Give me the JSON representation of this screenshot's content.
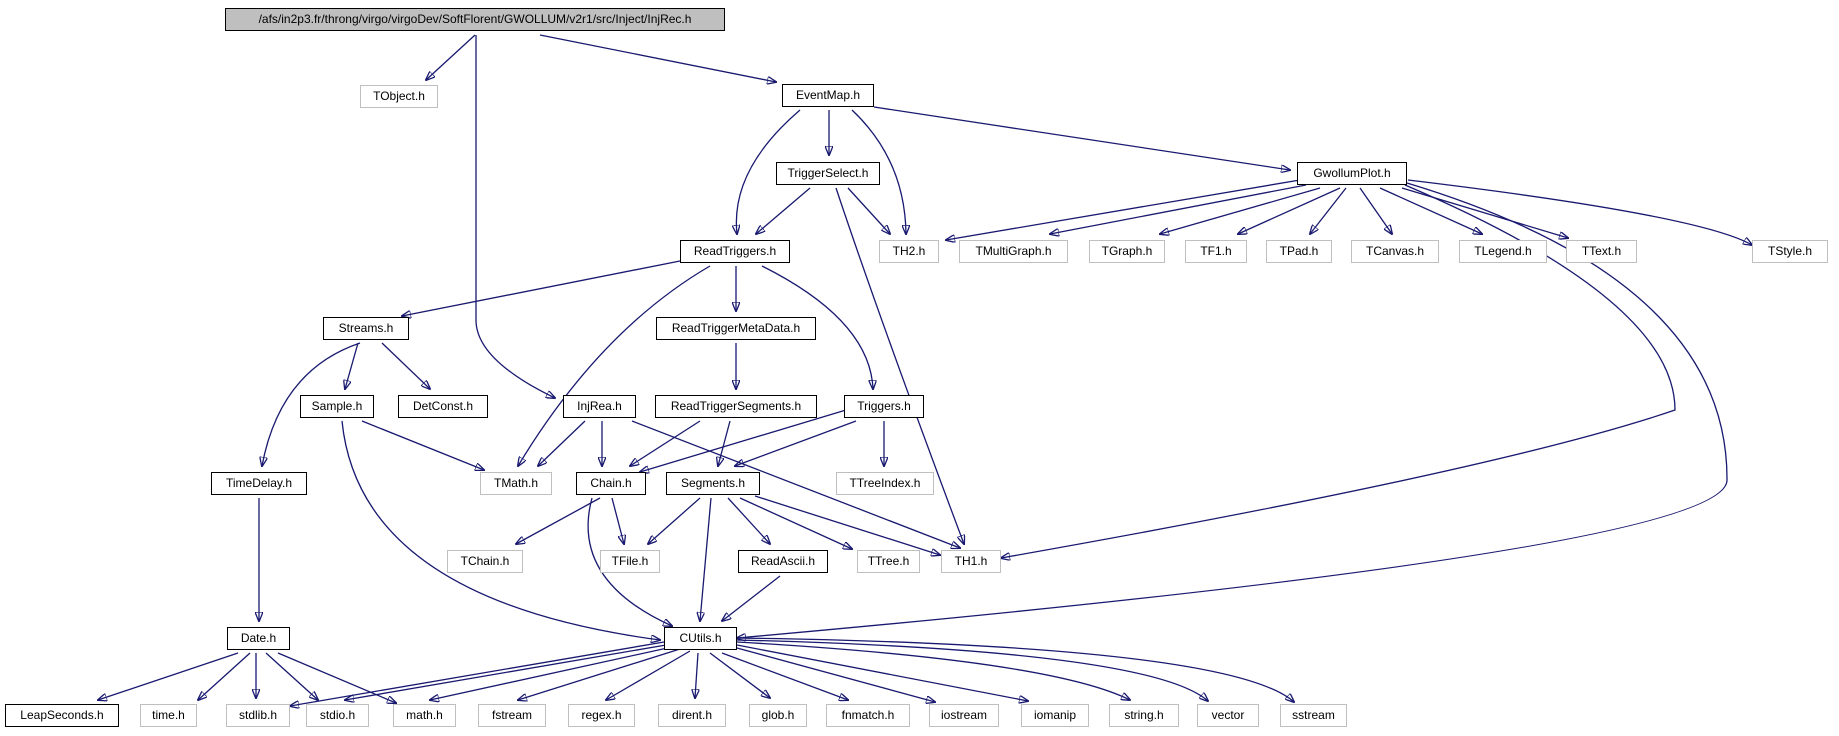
{
  "graph": {
    "nodes": {
      "root": "/afs/in2p3.fr/throng/virgo/virgoDev/SoftFlorent/GWOLLUM/v2r1/src/Inject/InjRec.h",
      "tobject": "TObject.h",
      "eventmap": "EventMap.h",
      "triggerselect": "TriggerSelect.h",
      "gwollumplot": "GwollumPlot.h",
      "readtriggers": "ReadTriggers.h",
      "th2": "TH2.h",
      "tmultigraph": "TMultiGraph.h",
      "tgraph": "TGraph.h",
      "tf1": "TF1.h",
      "tpad": "TPad.h",
      "tcanvas": "TCanvas.h",
      "tlegend": "TLegend.h",
      "ttext": "TText.h",
      "tstyle": "TStyle.h",
      "streams": "Streams.h",
      "readtriggermetadata": "ReadTriggerMetaData.h",
      "sample": "Sample.h",
      "detconst": "DetConst.h",
      "injrea": "InjRea.h",
      "readtriggersegments": "ReadTriggerSegments.h",
      "triggers": "Triggers.h",
      "timedelay": "TimeDelay.h",
      "tmath": "TMath.h",
      "chain": "Chain.h",
      "segments": "Segments.h",
      "ttreeindex": "TTreeIndex.h",
      "tchain": "TChain.h",
      "tfile": "TFile.h",
      "readascii": "ReadAscii.h",
      "ttree": "TTree.h",
      "th1": "TH1.h",
      "date": "Date.h",
      "cutils": "CUtils.h",
      "leapseconds": "LeapSeconds.h",
      "time": "time.h",
      "stdlib": "stdlib.h",
      "stdio": "stdio.h",
      "math": "math.h",
      "fstream": "fstream",
      "regex": "regex.h",
      "dirent": "dirent.h",
      "glob": "glob.h",
      "fnmatch": "fnmatch.h",
      "iostream": "iostream",
      "iomanip": "iomanip",
      "string": "string.h",
      "vector": "vector",
      "sstream": "sstream"
    },
    "colors": {
      "edge": "#191970",
      "internal_border": "#000000",
      "external_border": "#bfbfbf",
      "root_fill": "#bfbfbf"
    }
  }
}
